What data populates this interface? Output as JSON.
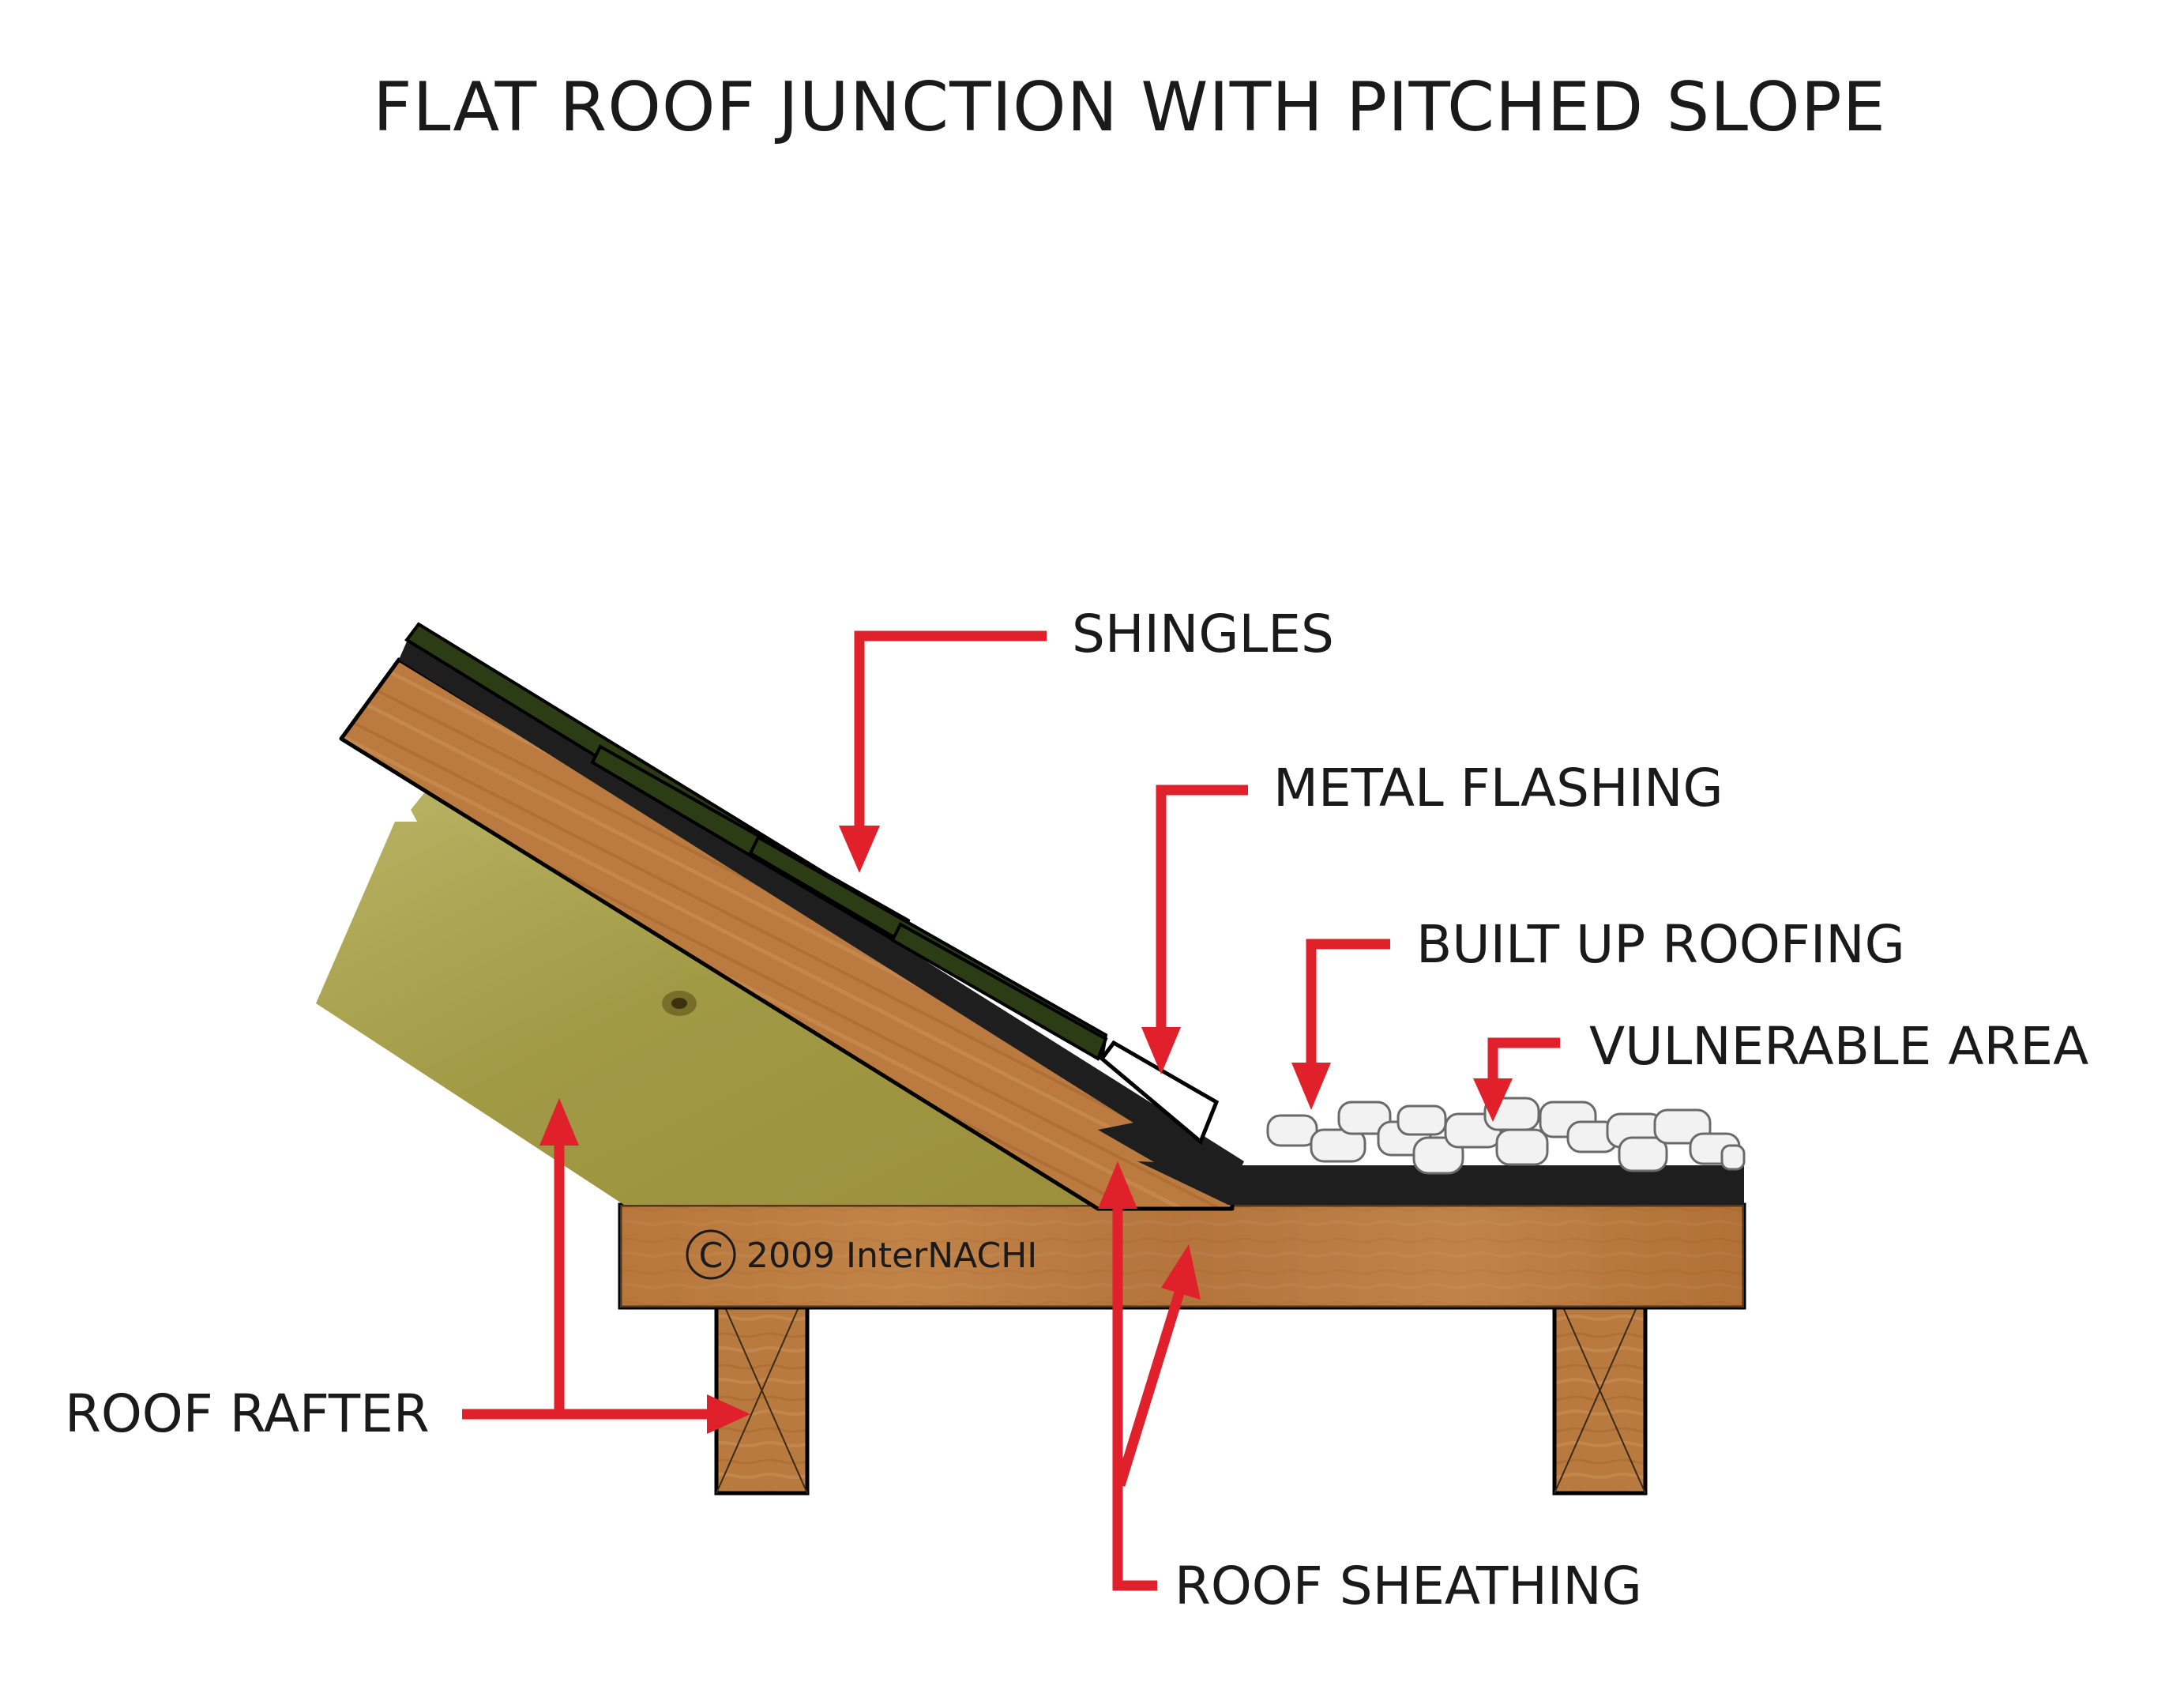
{
  "title": "FLAT ROOF JUNCTION WITH PITCHED SLOPE",
  "labels": {
    "shingles": "SHINGLES",
    "metal_flashing": "METAL FLASHING",
    "built_up_roofing": "BUILT UP ROOFING",
    "vulnerable_area": "VULNERABLE AREA",
    "roof_rafter": "ROOF RAFTER",
    "roof_sheathing": "ROOF SHEATHING"
  },
  "copyright": {
    "symbol": "C",
    "text": "2009  InterNACHI"
  },
  "colors": {
    "arrow": "#e0202a",
    "wood": "#b9783e",
    "wood_dark": "#8e5526",
    "plywood": "#a8a24e",
    "shingle": "#2c3d16",
    "membrane": "#1e1e1e",
    "gravel": "#f2f2f2"
  }
}
